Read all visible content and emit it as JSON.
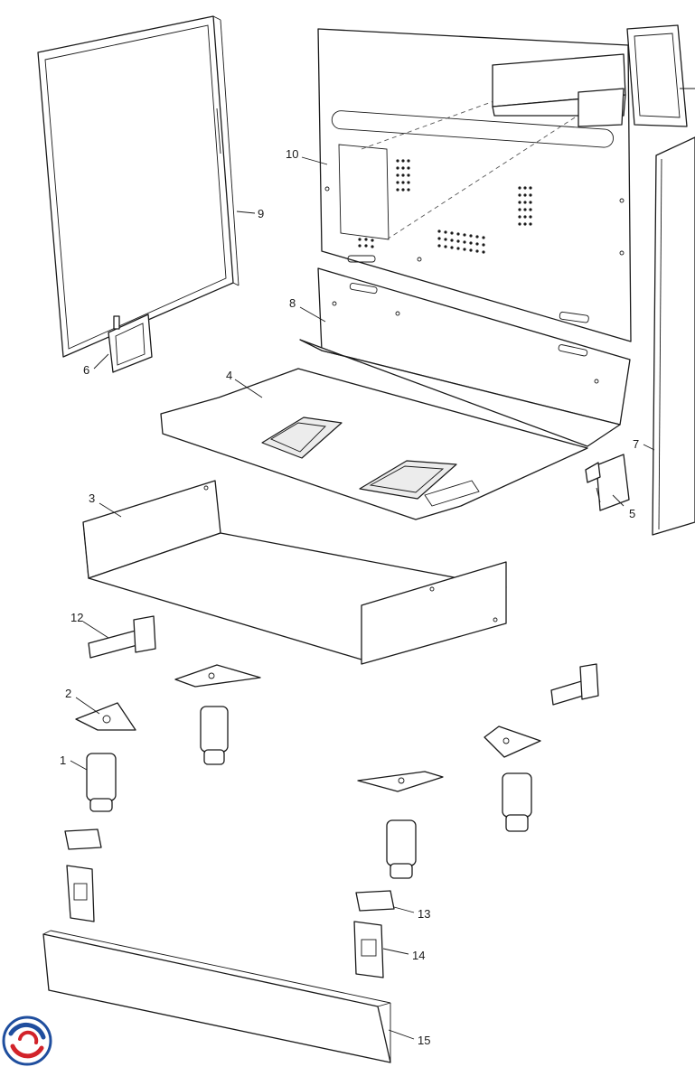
{
  "diagram": {
    "type": "exploded-parts-diagram",
    "logo_icon": "swirl-logo-icon",
    "callouts": [
      {
        "id": "c1",
        "label": "1"
      },
      {
        "id": "c2",
        "label": "2"
      },
      {
        "id": "c3",
        "label": "3"
      },
      {
        "id": "c4",
        "label": "4"
      },
      {
        "id": "c5",
        "label": "5"
      },
      {
        "id": "c6",
        "label": "6"
      },
      {
        "id": "c7",
        "label": "7"
      },
      {
        "id": "c8",
        "label": "8"
      },
      {
        "id": "c9",
        "label": "9"
      },
      {
        "id": "c10",
        "label": "10"
      },
      {
        "id": "c12",
        "label": "12"
      },
      {
        "id": "c13",
        "label": "13"
      },
      {
        "id": "c14",
        "label": "14"
      },
      {
        "id": "c15",
        "label": "15"
      }
    ],
    "colors": {
      "line": "#1a1a1a",
      "logo_red": "#d2232a",
      "logo_blue": "#1f4e9e"
    }
  }
}
